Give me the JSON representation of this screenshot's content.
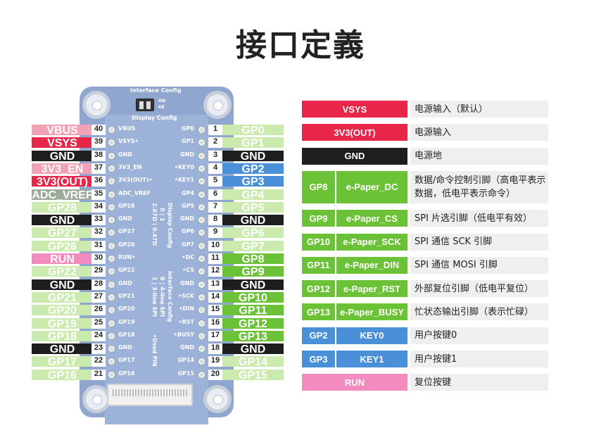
{
  "title": "接口定義",
  "colors": {
    "pink": "#f3a1b4",
    "red": "#e8264a",
    "black": "#1e1e1e",
    "green": "#6cc236",
    "lightgreen": "#cbeaad",
    "blue": "#4a90d9",
    "lightpink": "#fbd0da",
    "runpink": "#f48bbf",
    "grey": "#9eaa9a"
  },
  "board": {
    "header_top": "Interface Config",
    "header_bottom": "Display Config",
    "switch_on": "ON",
    "switch_ke": "KE",
    "display_config_title": "Display Config",
    "display_config_row1": "0 | 1",
    "display_config_row2": "2.67D | 0.47D",
    "interface_config_title": "Interface Config",
    "interface_config_row1": "0 | 4-line SPI",
    "interface_config_row2": "1 | 3-line SPI",
    "used_pin": "•Used PIN"
  },
  "left_pins": [
    {
      "num": "40",
      "label": "VBUS",
      "silk": "VBUS",
      "color": "pink"
    },
    {
      "num": "39",
      "label": "VSYS",
      "silk": "VSYS•",
      "color": "red"
    },
    {
      "num": "38",
      "label": "GND",
      "silk": "GND",
      "color": "black"
    },
    {
      "num": "37",
      "label": "3V3_EN",
      "silk": "3V3_EN",
      "color": "pink"
    },
    {
      "num": "36",
      "label": "3V3(OUT)",
      "silk": "3V3(OUT)•",
      "color": "red"
    },
    {
      "num": "35",
      "label": "ADC_VREF",
      "silk": "ADC_VREF",
      "color": "grey"
    },
    {
      "num": "34",
      "label": "GP28",
      "silk": "GP28",
      "color": "lightgreen"
    },
    {
      "num": "33",
      "label": "GND",
      "silk": "GND",
      "color": "black"
    },
    {
      "num": "32",
      "label": "GP27",
      "silk": "GP27",
      "color": "lightgreen"
    },
    {
      "num": "31",
      "label": "GP26",
      "silk": "GP26",
      "color": "lightgreen"
    },
    {
      "num": "30",
      "label": "RUN",
      "silk": "RUN•",
      "color": "runpink"
    },
    {
      "num": "29",
      "label": "GP22",
      "silk": "GP22",
      "color": "lightgreen"
    },
    {
      "num": "28",
      "label": "GND",
      "silk": "GND",
      "color": "black"
    },
    {
      "num": "27",
      "label": "GP21",
      "silk": "GP21",
      "color": "lightgreen"
    },
    {
      "num": "26",
      "label": "GP20",
      "silk": "GP20",
      "color": "lightgreen"
    },
    {
      "num": "25",
      "label": "GP19",
      "silk": "GP19",
      "color": "lightgreen"
    },
    {
      "num": "24",
      "label": "GP18",
      "silk": "GP18",
      "color": "lightgreen"
    },
    {
      "num": "23",
      "label": "GND",
      "silk": "GND",
      "color": "black"
    },
    {
      "num": "22",
      "label": "GP17",
      "silk": "GP17",
      "color": "lightgreen"
    },
    {
      "num": "21",
      "label": "GP16",
      "silk": "GP16",
      "color": "lightgreen"
    }
  ],
  "right_pins": [
    {
      "num": "1",
      "label": "GP0",
      "silk": "GP0",
      "color": "lightgreen"
    },
    {
      "num": "2",
      "label": "GP1",
      "silk": "GP1",
      "color": "lightgreen"
    },
    {
      "num": "3",
      "label": "GND",
      "silk": "GND",
      "color": "black"
    },
    {
      "num": "4",
      "label": "GP2",
      "silk": "•KEY0",
      "color": "blue"
    },
    {
      "num": "5",
      "label": "GP3",
      "silk": "•KEY1",
      "color": "blue"
    },
    {
      "num": "6",
      "label": "GP4",
      "silk": "GP4",
      "color": "lightgreen"
    },
    {
      "num": "7",
      "label": "GP5",
      "silk": "GP5",
      "color": "lightgreen"
    },
    {
      "num": "8",
      "label": "GND",
      "silk": "GND",
      "color": "black"
    },
    {
      "num": "9",
      "label": "GP6",
      "silk": "GP6",
      "color": "lightgreen"
    },
    {
      "num": "10",
      "label": "GP7",
      "silk": "GP7",
      "color": "lightgreen"
    },
    {
      "num": "11",
      "label": "GP8",
      "silk": "•DC",
      "color": "green"
    },
    {
      "num": "12",
      "label": "GP9",
      "silk": "•CS",
      "color": "green"
    },
    {
      "num": "13",
      "label": "GND",
      "silk": "GND",
      "color": "black"
    },
    {
      "num": "14",
      "label": "GP10",
      "silk": "•SCK",
      "color": "green"
    },
    {
      "num": "15",
      "label": "GP11",
      "silk": "•DIN",
      "color": "green"
    },
    {
      "num": "16",
      "label": "GP12",
      "silk": "•RST",
      "color": "green"
    },
    {
      "num": "17",
      "label": "GP13",
      "silk": "•BUSY",
      "color": "green"
    },
    {
      "num": "18",
      "label": "GND",
      "silk": "GND",
      "color": "black"
    },
    {
      "num": "19",
      "label": "GP14",
      "silk": "GP14",
      "color": "lightgreen"
    },
    {
      "num": "20",
      "label": "GP15",
      "silk": "GP15",
      "color": "lightgreen"
    }
  ],
  "legend": [
    {
      "cells": [
        "VSYS"
      ],
      "color": "red",
      "desc": "电源输入（默认）"
    },
    {
      "cells": [
        "3V3(OUT)"
      ],
      "color": "red",
      "desc": "电源输入"
    },
    {
      "cells": [
        "GND"
      ],
      "color": "black",
      "desc": "电源地"
    },
    {
      "cells": [
        "GP8",
        "e-Paper_DC"
      ],
      "color": "green",
      "desc": "数据/命令控制引脚（高电平表示数据，低电平表示命令）",
      "tall": true
    },
    {
      "cells": [
        "GP9",
        "e-Paper_CS"
      ],
      "color": "green",
      "desc": "SPI 片选引脚（低电平有效）"
    },
    {
      "cells": [
        "GP10",
        "e-Paper_SCK"
      ],
      "color": "green",
      "desc": "SPI 通信 SCK 引脚"
    },
    {
      "cells": [
        "GP11",
        "e-Paper_DIN"
      ],
      "color": "green",
      "desc": "SPI 通信 MOSI 引脚"
    },
    {
      "cells": [
        "GP12",
        "e-Paper_RST"
      ],
      "color": "green",
      "desc": "外部复位引脚（低电平复位）"
    },
    {
      "cells": [
        "GP13",
        "e-Paper_BUSY"
      ],
      "color": "green",
      "desc": "忙状态输出引脚（表示忙碌）"
    },
    {
      "cells": [
        "GP2",
        "KEY0"
      ],
      "color": "blue",
      "desc": "用户按键0"
    },
    {
      "cells": [
        "GP3",
        "KEY1"
      ],
      "color": "blue",
      "desc": "用户按键1"
    },
    {
      "cells": [
        "RUN"
      ],
      "color": "runpink",
      "desc": "复位按键"
    }
  ]
}
